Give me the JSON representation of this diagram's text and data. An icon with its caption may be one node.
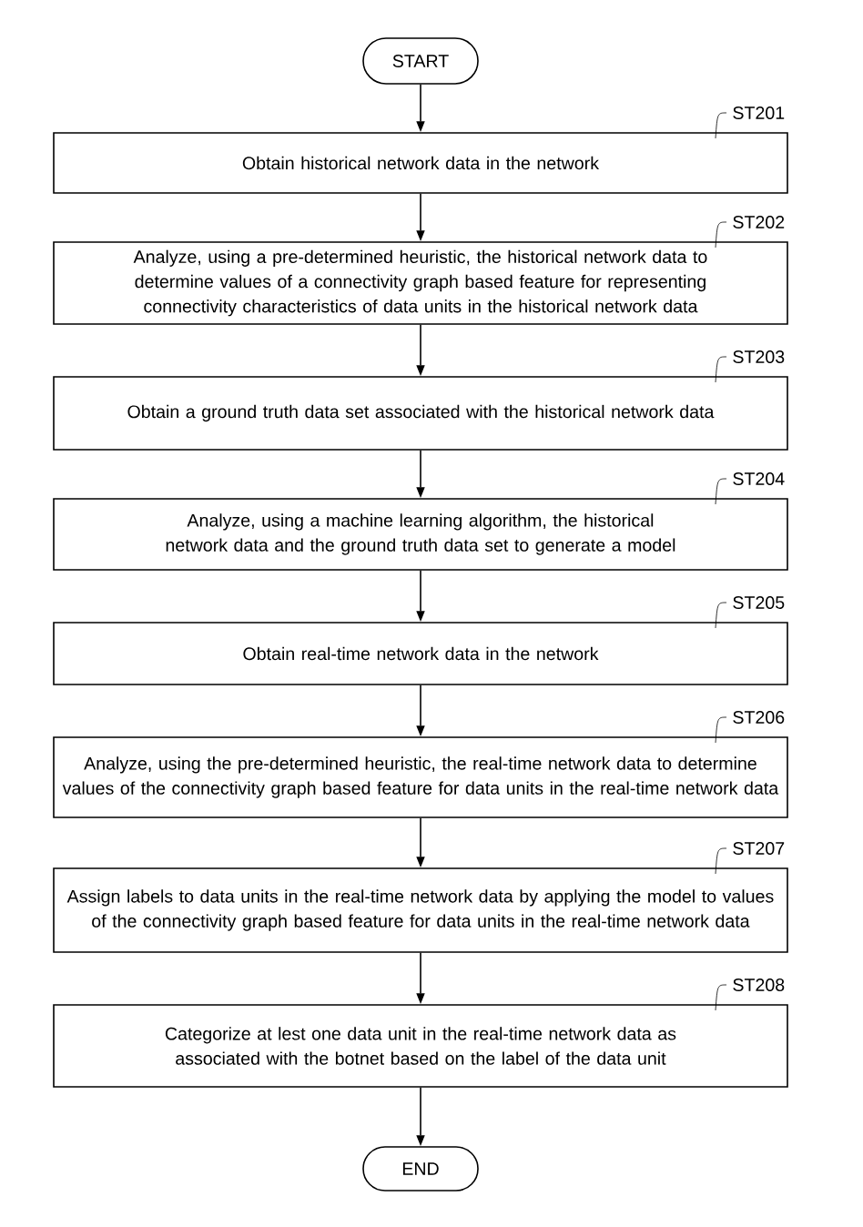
{
  "diagram": {
    "nodes": [
      {
        "text": [
          "START"
        ]
      },
      {
        "text": [
          "Obtain historical network data in the network"
        ],
        "beside": [
          "ST201"
        ]
      },
      {
        "text": [
          "Analyze, using a pre-determined heuristic, the historical network data to determine values of a connectivity graph based feature for representing connectivity characteristics of data units in the historical network data"
        ],
        "beside": [
          "ST202"
        ]
      },
      {
        "text": [
          "Obtain a ground truth data set associated with the historical network data"
        ],
        "beside": [
          "ST203"
        ]
      },
      {
        "text": [
          "Analyze, using a machine learning algorithm, the historical network data and the ground truth data set to generate a model"
        ],
        "beside": [
          "ST204"
        ]
      },
      {
        "text": [
          "Obtain real-time network data in the network"
        ],
        "beside": [
          "ST205"
        ]
      },
      {
        "text": [
          "Analyze, using the pre-determined heuristic, the real-time network data to determine values of the connectivity graph based feature for data units in the real-time network data"
        ],
        "beside": [
          "ST206"
        ]
      },
      {
        "text": [
          "Assign labels to data units in the real-time network data by applying the model to values of the connectivity graph based feature for data units in the real-time network data"
        ],
        "beside": [
          "ST207"
        ]
      },
      {
        "text": [
          "Categorize at lest one data unit in the real-time network data as associated with the botnet based on the label of the data unit"
        ],
        "beside": [
          "ST208"
        ]
      },
      {
        "text": [
          "END"
        ]
      }
    ],
    "edges": [
      {
        "from": 0,
        "to": 1,
        "arrow": "to"
      },
      {
        "from": 1,
        "to": 2,
        "arrow": "to"
      },
      {
        "from": 2,
        "to": 3,
        "arrow": "to"
      },
      {
        "from": 3,
        "to": 4,
        "arrow": "to"
      },
      {
        "from": 4,
        "to": 5,
        "arrow": "to"
      },
      {
        "from": 5,
        "to": 6,
        "arrow": "to"
      },
      {
        "from": 6,
        "to": 7,
        "arrow": "to"
      },
      {
        "from": 7,
        "to": 8,
        "arrow": "to"
      },
      {
        "from": 8,
        "to": 9,
        "arrow": "to"
      }
    ]
  }
}
